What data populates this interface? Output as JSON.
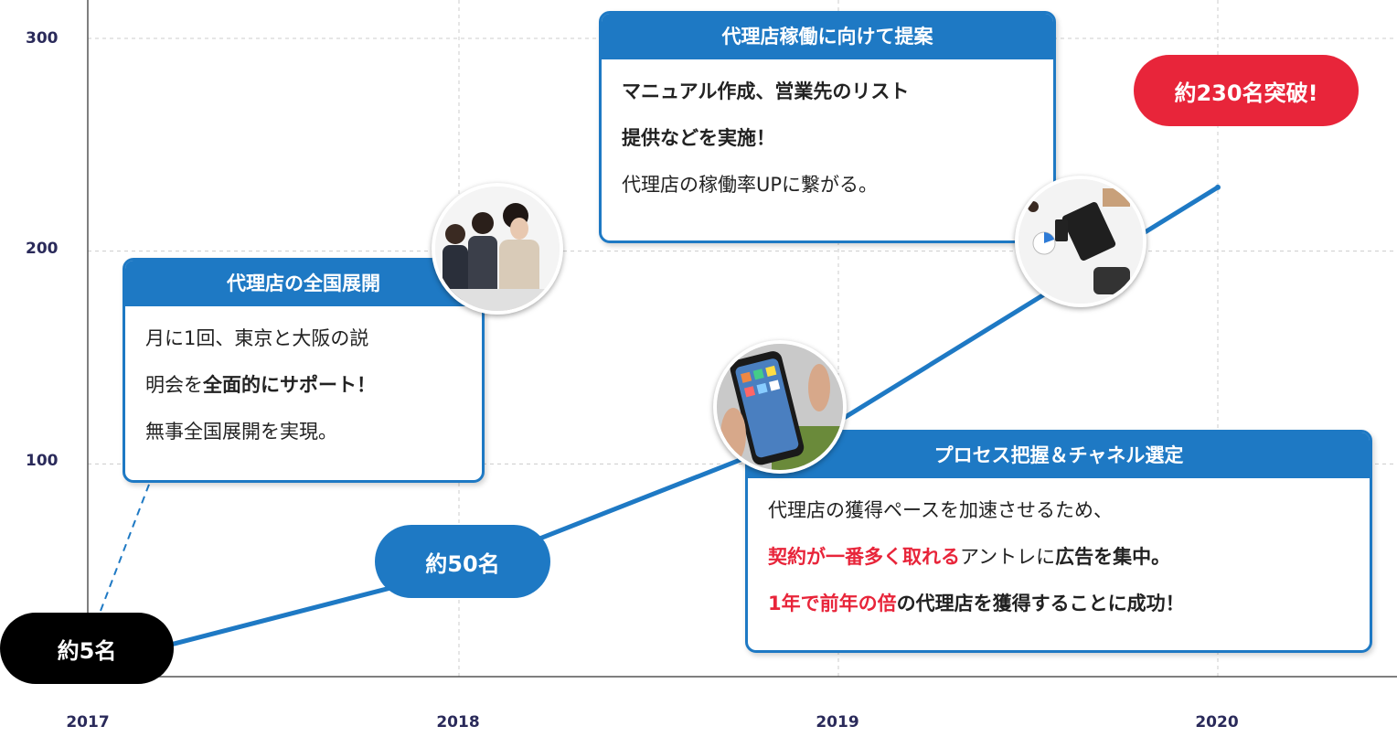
{
  "chart_data": {
    "type": "line",
    "x": [
      "2017",
      "2018",
      "2019",
      "2020"
    ],
    "y_ticks": [
      100,
      200,
      300
    ],
    "grid": true,
    "series": [
      {
        "points": [
          [
            2017,
            5
          ],
          [
            2018,
            50
          ],
          [
            2019,
            120
          ],
          [
            2020,
            230
          ]
        ]
      }
    ],
    "annotations": {
      "start_label": "約5名",
      "mid_label": "約50名",
      "end_label": "約230名突破!"
    }
  },
  "cards": {
    "card1": {
      "title": "代理店の全国展開",
      "line1": "月に1回、東京と大阪の説",
      "line2a": "明会を",
      "line2b": "全面的にサポート！",
      "line3": "無事全国展開を実現。"
    },
    "card2": {
      "title": "代理店稼働に向けて提案",
      "line1": "マニュアル作成、営業先のリスト",
      "line2": "提供などを実施！",
      "line3": "代理店の稼働率UPに繋がる。"
    },
    "card3": {
      "title": "プロセス把握＆チャネル選定",
      "line1": "代理店の獲得ペースを加速させるため、",
      "line2a": "契約が一番多く取れる",
      "line2b": "アントレに",
      "line2c": "広告を集中。",
      "line3a": "1年で前年の倍",
      "line3b": "の代理店を獲得することに成功！"
    }
  },
  "colors": {
    "line": "#1e79c4",
    "grid": "#cccccc",
    "accent_red": "#e8253a",
    "badge_dark": "#000000"
  },
  "icons": [
    "meeting-photo",
    "smartphone-photo",
    "office-desk-photo"
  ]
}
